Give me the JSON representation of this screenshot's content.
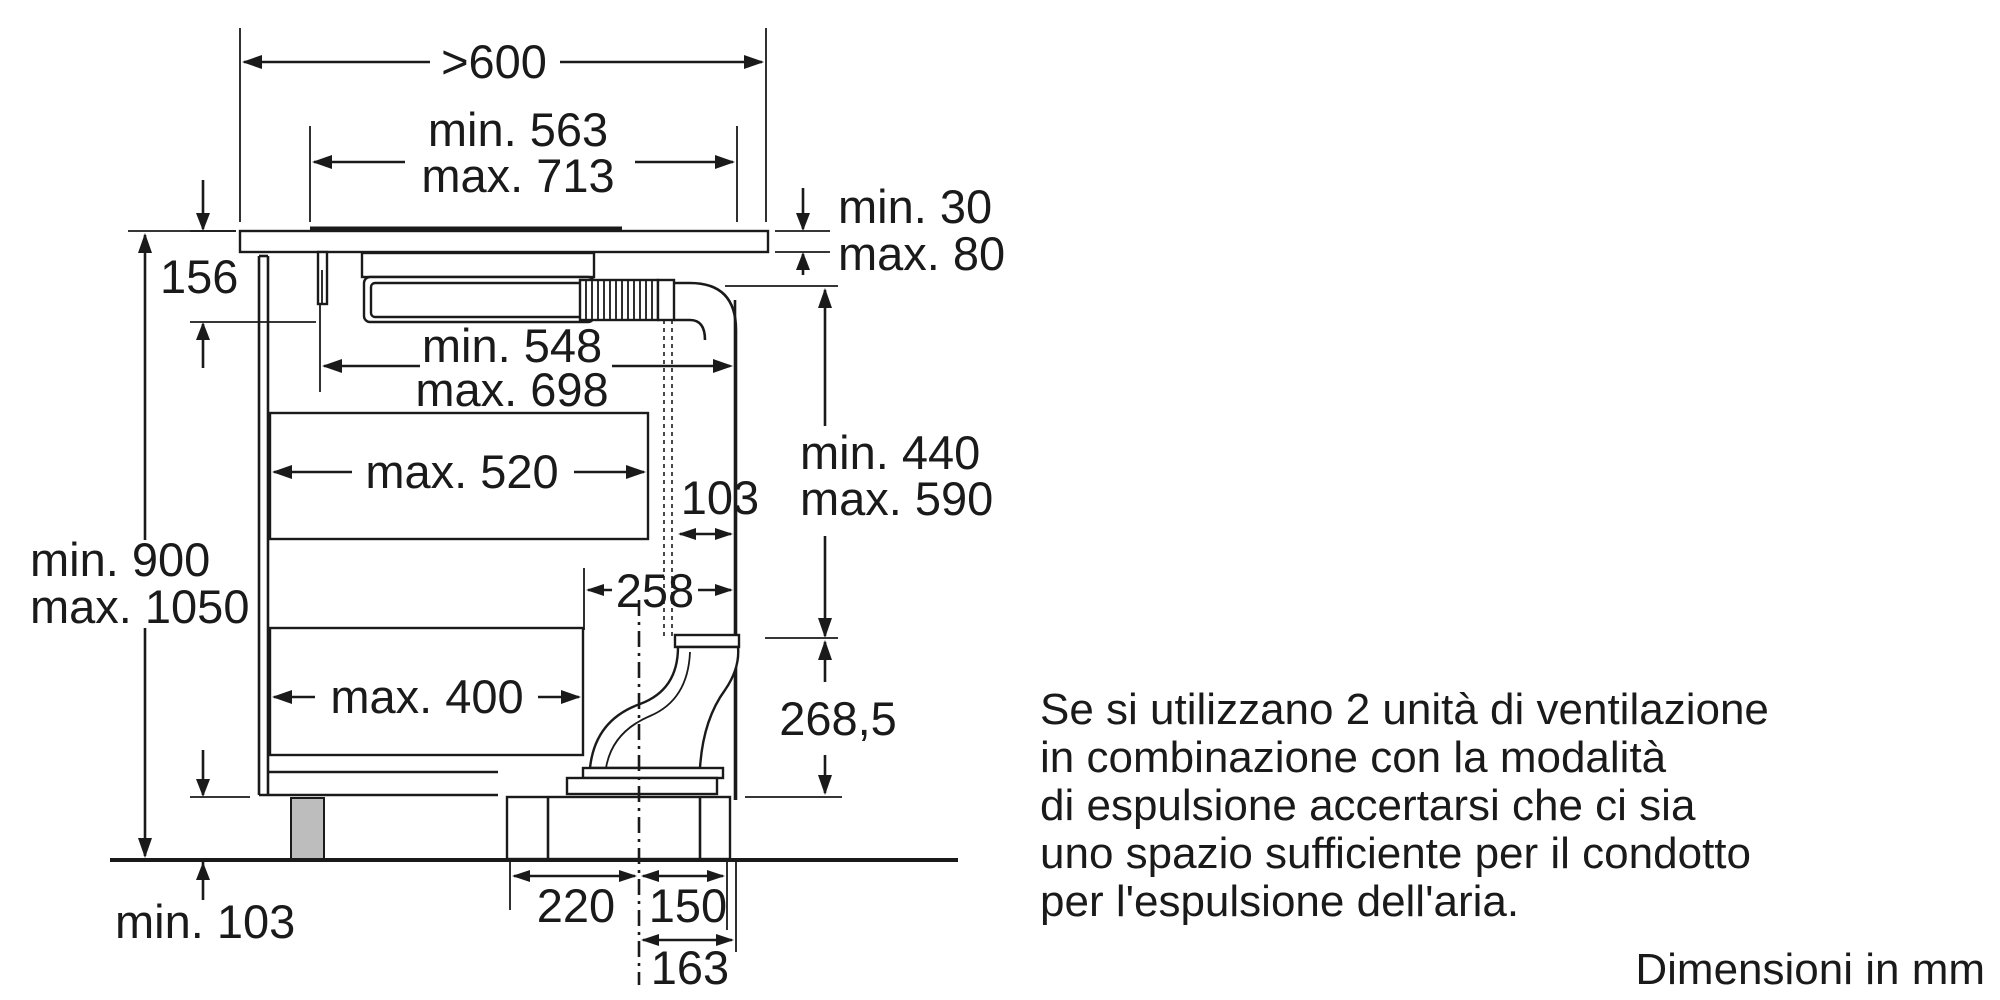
{
  "diagram": {
    "dimensions": {
      "width_outer": ">600",
      "cutout_width": [
        "min. 563",
        "max. 713"
      ],
      "worktop_thickness": [
        "min. 30",
        "max. 80"
      ],
      "unit_depth": "156",
      "inner_width": [
        "min. 548",
        "max. 698"
      ],
      "upper_drawer": "max. 520",
      "duct_offset": "103",
      "cabinet_height": [
        "min. 900",
        "max. 1050"
      ],
      "clearance_height": [
        "min. 440",
        "max. 590"
      ],
      "duct_reach": "258",
      "lower_drawer": "max. 400",
      "module_height": "268,5",
      "plinth_height": "min. 103",
      "plinth_left": "220",
      "plinth_right": "150",
      "plinth_total": "163"
    },
    "note_lines": [
      "Se si utilizzano 2 unità di ventilazione",
      "in combinazione con la modalità",
      "di espulsione accertarsi che ci sia",
      "uno spazio sufficiente per il condotto",
      "per l'espulsione dell'aria."
    ],
    "units_caption": "Dimensioni in mm"
  }
}
